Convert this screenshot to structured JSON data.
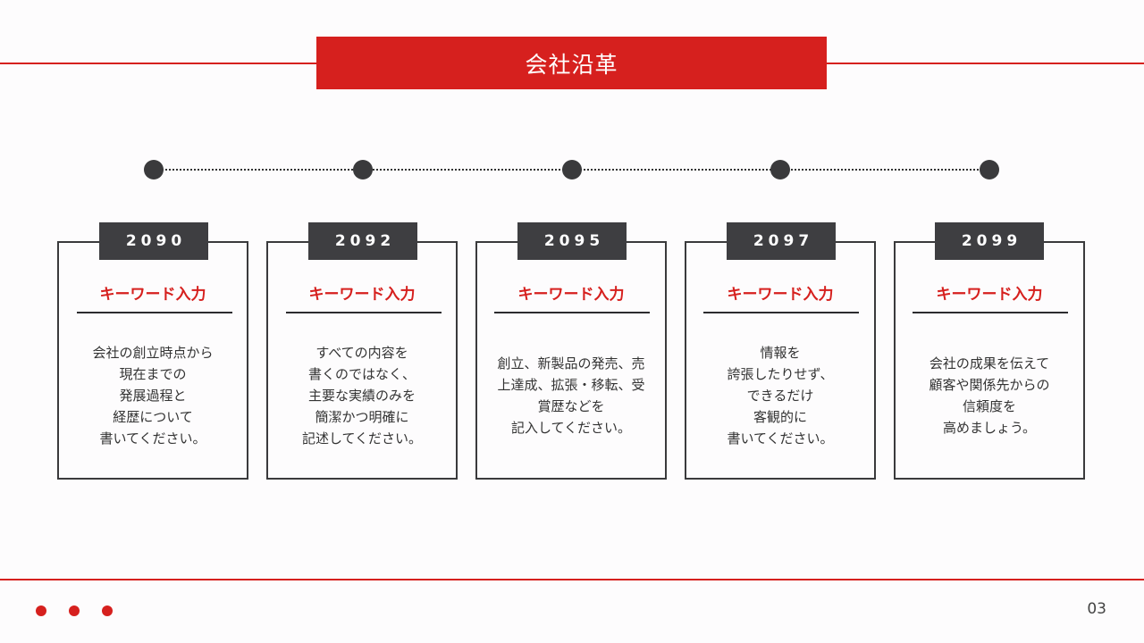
{
  "colors": {
    "accent": "#d6201e",
    "dark": "#3e3e41"
  },
  "slide": {
    "title": "会社沿革",
    "page_number": "03"
  },
  "timeline": {
    "items": [
      {
        "year": "2090",
        "heading": "キーワード入力",
        "body": "会社の創立時点から\n現在までの\n発展過程と\n経歴について\n書いてください。"
      },
      {
        "year": "2092",
        "heading": "キーワード入力",
        "body": "すべての内容を\n書くのではなく、\n主要な実績のみを\n簡潔かつ明確に\n記述してください。"
      },
      {
        "year": "2095",
        "heading": "キーワード入力",
        "body": "創立、新製品の発売、売\n上達成、拡張・移転、受\n賞歴などを\n記入してください。"
      },
      {
        "year": "2097",
        "heading": "キーワード入力",
        "body": "情報を\n誇張したりせず、\nできるだけ\n客観的に\n書いてください。"
      },
      {
        "year": "2099",
        "heading": "キーワード入力",
        "body": "会社の成果を伝えて\n顧客や関係先からの\n信頼度を\n高めましょう。"
      }
    ]
  }
}
